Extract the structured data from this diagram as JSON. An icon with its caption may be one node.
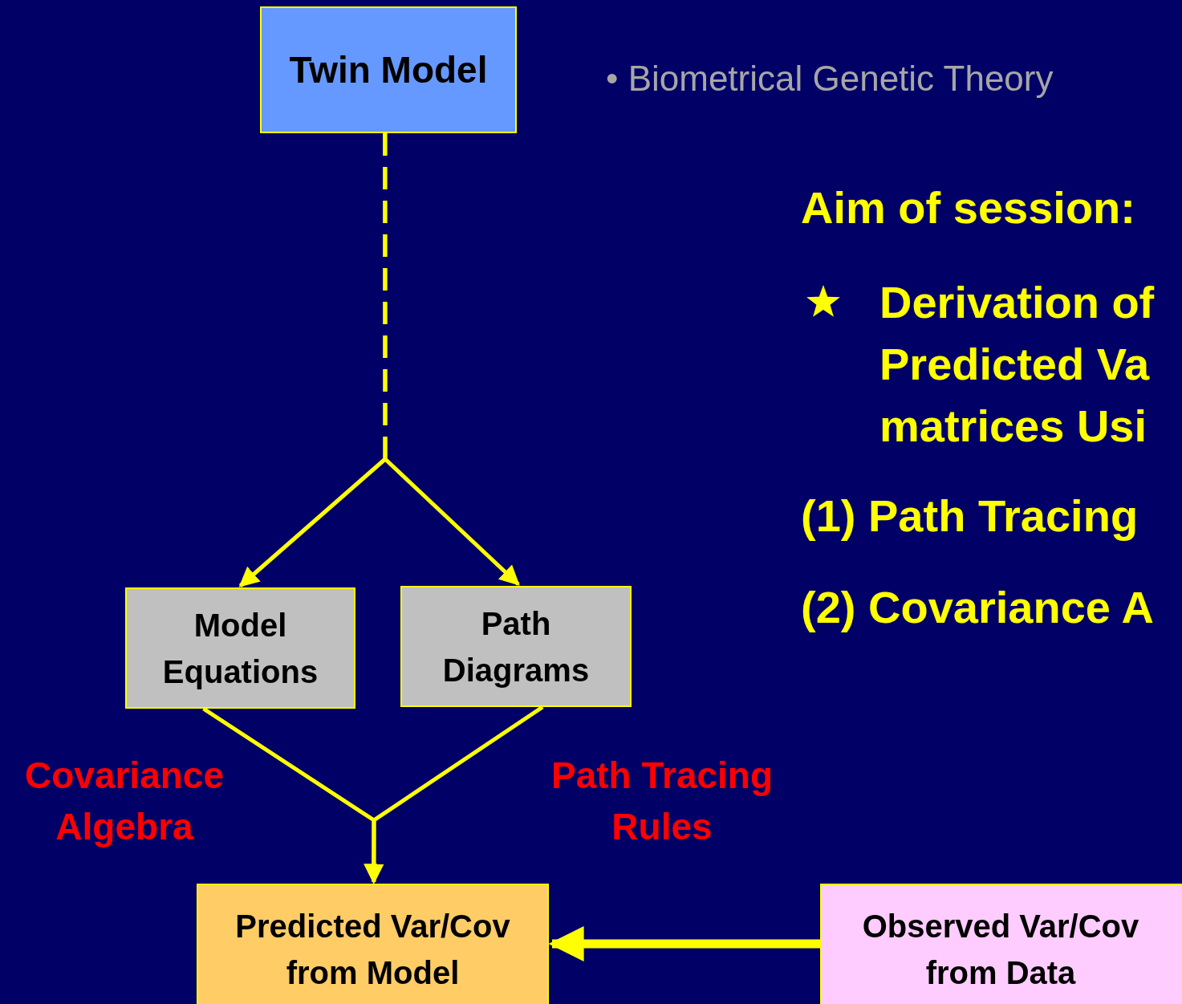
{
  "diagram": {
    "nodes": [
      {
        "text": [
          "Twin Model"
        ]
      },
      {
        "text": [
          "Model Equations"
        ]
      },
      {
        "text": [
          "Path Diagrams"
        ]
      },
      {
        "text": [
          "Predicted Var/Cov from Model"
        ]
      },
      {
        "text": [
          "Observed Var/Cov from Data"
        ]
      }
    ],
    "edges": [
      {
        "from": 0,
        "to": 1,
        "arrow": "to",
        "style": "dashed"
      },
      {
        "from": 0,
        "to": 2,
        "arrow": "to",
        "style": "dashed"
      },
      {
        "from": 1,
        "to": 3,
        "arrow": "to",
        "label": "Covariance Algebra"
      },
      {
        "from": 2,
        "to": 3,
        "arrow": "to",
        "label": "Path Tracing Rules"
      },
      {
        "from": 4,
        "to": 3,
        "arrow": "to",
        "style": "thick"
      }
    ],
    "labels": [
      "• Biometrical Genetic Theory",
      "Aim of session:",
      "Derivation of Predicted Va matrices Usi",
      "(1) Path Tracing",
      "(2) Covariance A"
    ]
  }
}
